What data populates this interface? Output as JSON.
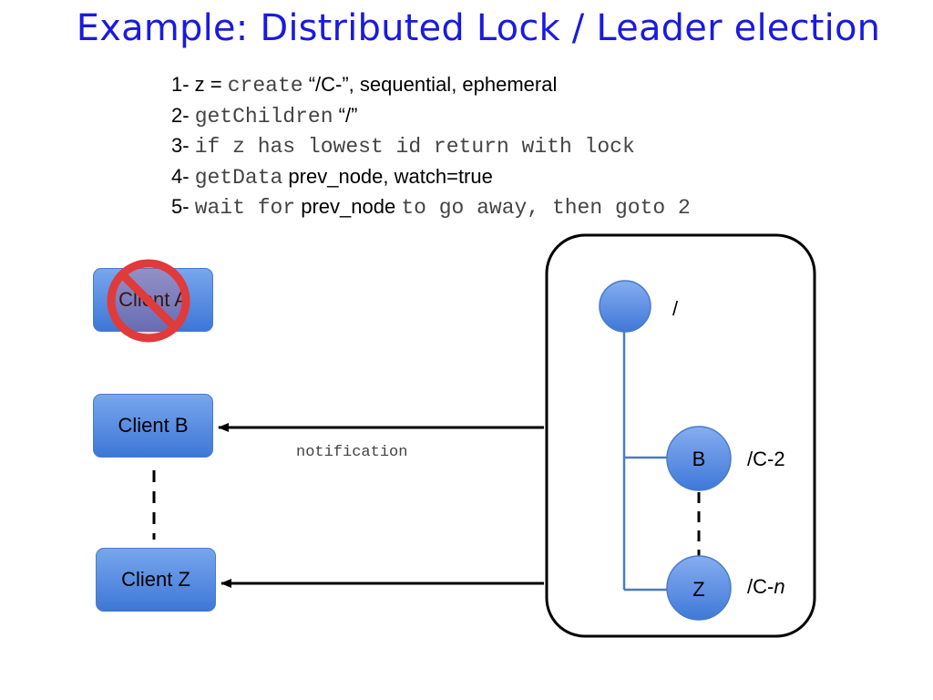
{
  "title": "Example: Distributed Lock / Leader election",
  "steps": [
    {
      "num": "1-",
      "parts": [
        {
          "t": " z = ",
          "mono": false
        },
        {
          "t": "create",
          "mono": true
        },
        {
          "t": " “/C-”, sequential, ephemeral",
          "mono": false
        }
      ]
    },
    {
      "num": "2-",
      "parts": [
        {
          "t": " ",
          "mono": false
        },
        {
          "t": "getChildren",
          "mono": true
        },
        {
          "t": " “/”",
          "mono": false
        }
      ]
    },
    {
      "num": "3-",
      "parts": [
        {
          "t": " ",
          "mono": false
        },
        {
          "t": "if z has lowest id return with lock",
          "mono": true
        }
      ]
    },
    {
      "num": "4-",
      "parts": [
        {
          "t": " ",
          "mono": false
        },
        {
          "t": "getData",
          "mono": true
        },
        {
          "t": " prev_node, watch=true",
          "mono": false
        }
      ]
    },
    {
      "num": "5-",
      "parts": [
        {
          "t": " ",
          "mono": false
        },
        {
          "t": "wait for",
          "mono": true
        },
        {
          "t": " prev_node ",
          "mono": false
        },
        {
          "t": "to go away, then goto 2",
          "mono": true
        }
      ]
    }
  ],
  "clients": {
    "a": "Client A",
    "b": "Client B",
    "z": "Client Z"
  },
  "arrow_label": "notification",
  "tree": {
    "root_label": "/",
    "node_b": {
      "text": "B",
      "path": "/C-2"
    },
    "node_z": {
      "text": "Z",
      "path_prefix": "/C-",
      "path_suffix": "n"
    }
  },
  "colors": {
    "title": "#1a1adf",
    "node_fill": "#5b8ee6",
    "tree_line": "#4a7bc0",
    "no_sign": "#e03a3a"
  },
  "icons": {
    "crossed_out": "no-entry-icon"
  }
}
